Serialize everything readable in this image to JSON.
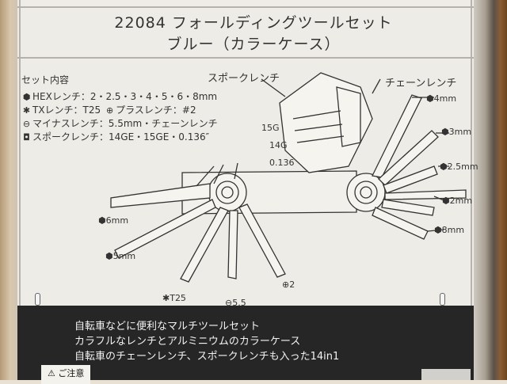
{
  "header": {
    "line1": "22084 フォールディングツールセット",
    "line2": "ブルー（カラーケース）"
  },
  "specs": {
    "title": "セット内容",
    "hex": "HEXレンチ：2・2.5・3・4・5・6・8mm",
    "tx": "TXレンチ：T25",
    "plus": "プラスレンチ：#2",
    "minus": "マイナスレンチ：5.5mm・チェーンレンチ",
    "spoke": "スポークレンチ：14GE・15GE・0.136″"
  },
  "diagram": {
    "spoke_label": "スポークレンチ",
    "chain_label": "チェーンレンチ",
    "g15": "15G",
    "g14": "14G",
    "g0136": "0.136",
    "hex4": "4mm",
    "hex3": "3mm",
    "hex25": "2.5mm",
    "hex2": "2mm",
    "hex8": "8mm",
    "hex6": "6mm",
    "hex5": "5mm",
    "t25": "T25",
    "minus": "5.5",
    "plus": "2"
  },
  "footer": {
    "line1": "自転車などに便利なマルチツールセット",
    "line2": "カラフルなレンチとアルミニウムのカラーケース",
    "line3": "自転車のチェーンレンチ、スポークレンチも入った14in1",
    "caution": "ご注意"
  },
  "colors": {
    "background": "#eeece6",
    "band": "#262626",
    "ink": "#333333"
  }
}
